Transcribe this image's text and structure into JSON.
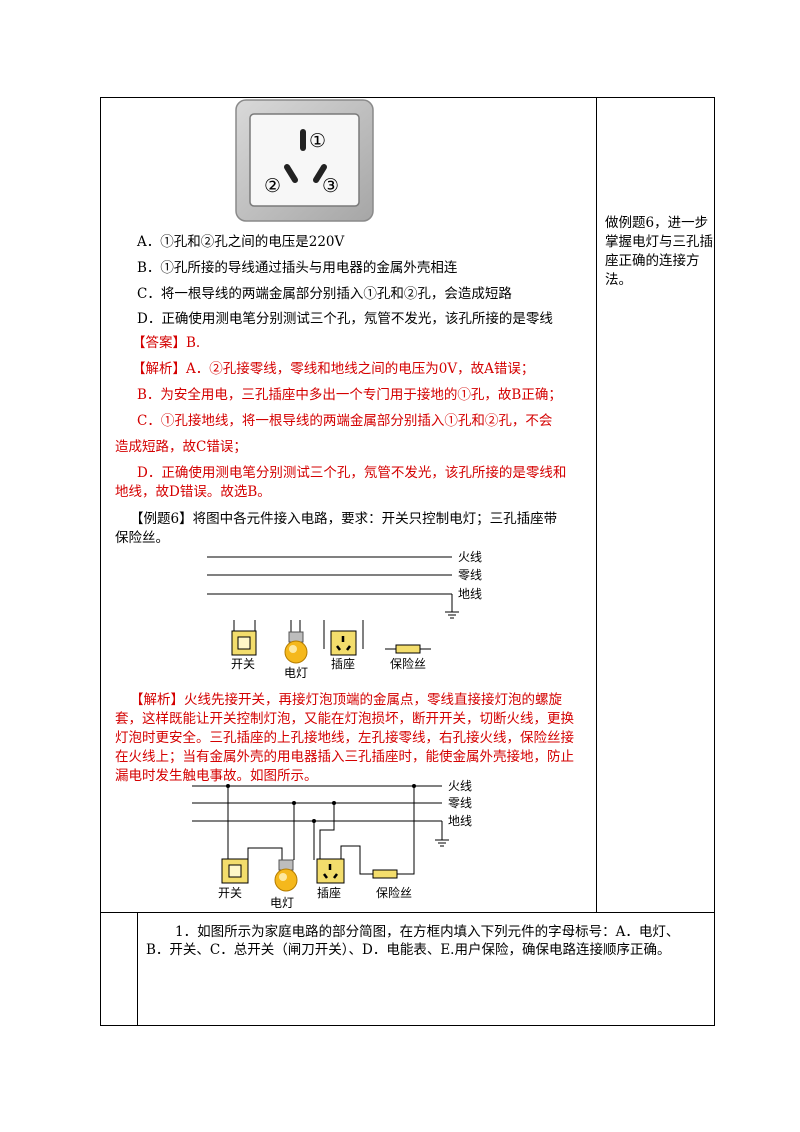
{
  "socket": {
    "label_1": "①",
    "label_2": "②",
    "label_3": "③"
  },
  "options": {
    "a": "A．①孔和②孔之间的电压是220V",
    "b": "B．①孔所接的导线通过插头与用电器的金属外壳相连",
    "c": "C．将一根导线的两端金属部分别插入①孔和②孔，会造成短路",
    "d": "D．正确使用测电笔分别测试三个孔，氖管不发光，该孔所接的是零线"
  },
  "answer": {
    "line": "【答案】B."
  },
  "analysis1": {
    "line1": "【解析】A．②孔接零线，零线和地线之间的电压为0V，故A错误；",
    "line2": "B．为安全用电，三孔插座中多出一个专门用于接地的①孔，故B正确；",
    "line3a": "C．①孔接地线，将一根导线的两端金属部分别插入①孔和②孔，不会",
    "line3b": "造成短路，故C错误；",
    "line4a": "D．正确使用测电笔分别测试三个孔，氖管不发光，该孔所接的是零线和",
    "line4b": "地线，故D错误。故选B。"
  },
  "example6": {
    "line1": "【例题6】将图中各元件接入电路，要求：开关只控制电灯；三孔插座带",
    "line2": "保险丝。"
  },
  "circuit": {
    "live": "火线",
    "neutral": "零线",
    "ground": "地线",
    "switch": "开关",
    "lamp": "电灯",
    "socket": "插座",
    "fuse": "保险丝"
  },
  "analysis2": {
    "line1": "【解析】火线先接开关，再接灯泡顶端的金属点，零线直接接灯泡的螺旋",
    "line2": "套，这样既能让开关控制灯泡，又能在灯泡损坏，断开开关，切断火线，更换",
    "line3": "灯泡时更安全。三孔插座的上孔接地线，左孔接零线，右孔接火线，保险丝接",
    "line4": "在火线上；当有金属外壳的用电器插入三孔插座时，能使金属外壳接地，防止",
    "line5": "漏电时发生触电事故。如图所示。"
  },
  "sidenote": {
    "text": "做例题6，进一步掌握电灯与三孔插座正确的连接方法。"
  },
  "exercise": {
    "line1": "1．如图所示为家庭电路的部分简图，在方框内填入下列元件的字母标号：A．电灯、",
    "line2": "B．开关、C．总开关（闸刀开关）、D．电能表、E.用户保险，确保电路连接顺序正确。"
  },
  "colors": {
    "accent_red": "#d40000",
    "lamp_yellow": "#f5b81c",
    "socket_yellow": "#f3dd6c"
  }
}
